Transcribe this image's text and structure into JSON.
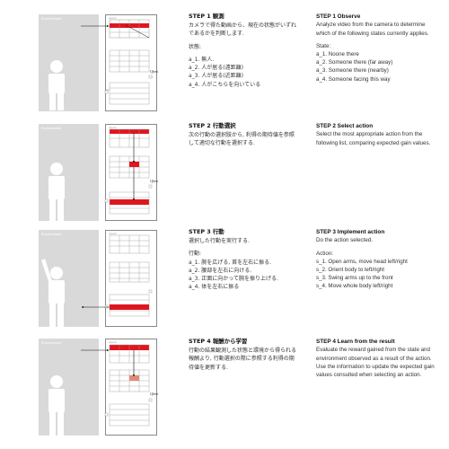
{
  "environment_label": "Environment",
  "agent_label": "Agent",
  "qbest_label": "Qbest",
  "steps": [
    {
      "jp_title": "STEP 1 観測",
      "jp_text": "カメラで得た動画から、現在の状態がいずれであるかを判断します.",
      "jp_sub": "状態:",
      "jp_items": [
        "a_1. 無人.",
        "a_2. 人が居る(遠距離)",
        "a_3. 人が居る(近距離)",
        "a_4. 人がこちらを向いている"
      ],
      "en_title": "STEP 1 Observe",
      "en_text": "Analyze video from the camera to determine which of the following states currently applies.",
      "en_sub": "State:",
      "en_items": [
        "a_1. Noone there",
        "a_2. Someone there (far away)",
        "a_3. Someone there (nearby)",
        "a_4. Someone facing this way"
      ]
    },
    {
      "jp_title": "STEP 2 行動選択",
      "jp_text": "次の行動の選択肢から, 利得の期待値を参照して適切な行動を選択する.",
      "jp_sub": "",
      "jp_items": [],
      "en_title": "STEP 2 Select action",
      "en_text": "Select the most appropriate action from the following list, comparing expected gain values.",
      "en_sub": "",
      "en_items": []
    },
    {
      "jp_title": "STEP 3 行動",
      "jp_text": "選択した行動を実行する.",
      "jp_sub": "行動:",
      "jp_items": [
        "a_1. 腕を広げる, 首を左右に振る.",
        "a_2. 腰部を左右に向ける.",
        "a_3. 正面に向かって腕を振り上げる.",
        "a_4. 体を左右に振る"
      ],
      "en_title": "STEP 3 Implement action",
      "en_text": "Do the action selected.",
      "en_sub": "Action:",
      "en_items": [
        "s_1. Open arms, move head left/right",
        "s_2. Orient body to left/right",
        "s_3. Swing arms up to the front",
        "s_4. Move whole body left/right"
      ]
    },
    {
      "jp_title": "STEP 4 報酬から学習",
      "jp_text": "行動の結果観測した状態と環境から得られる報酬より, 行動選択の際に参照する利得の期待値を更新する.",
      "jp_sub": "",
      "jp_items": [],
      "en_title": "STEP 4 Learn from the result",
      "en_text": "Evaluate the reward gained from the state and environment observed as a result of the action. Use the information to update the expected gain values consulted when selecting an action.",
      "en_sub": "",
      "en_items": []
    }
  ],
  "colors": {
    "env": "#d9d9d9",
    "red": "#e0161e",
    "grid": "#999999",
    "person": "#ffffff"
  }
}
